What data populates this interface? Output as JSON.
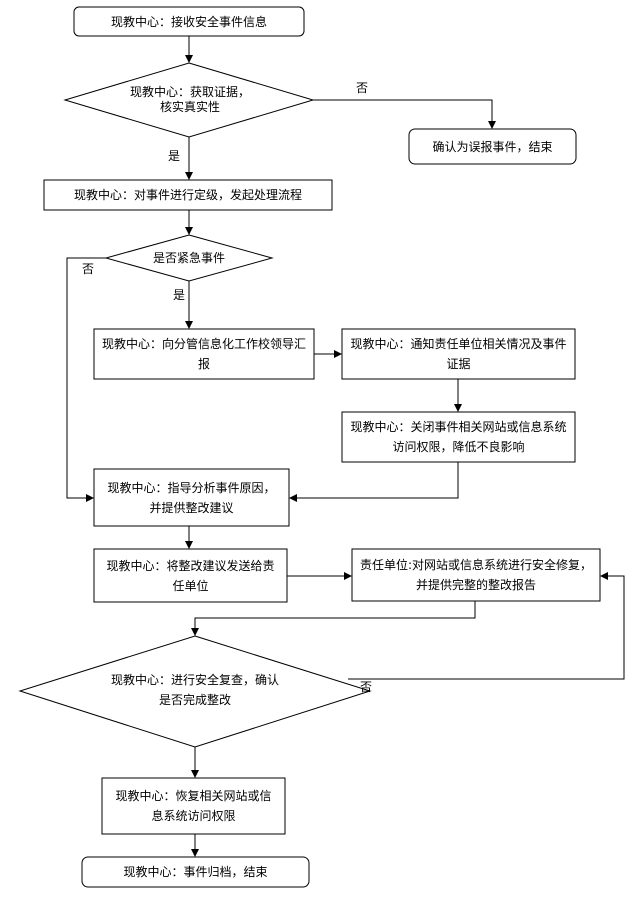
{
  "nodes": {
    "receive": "现教中心：接收安全事件信息",
    "verify_line1": "现教中心：获取证据，",
    "verify_line2": "核实真实性",
    "false_report": "确认为误报事件，结束",
    "classify": "现教中心：对事件进行定级，发起处理流程",
    "urgent": "是否紧急事件",
    "report_leader_line1": "现教中心：向分管信息化工作校领导汇",
    "report_leader_line2": "报",
    "notify_line1": "现教中心：通知责任单位相关情况及事件",
    "notify_line2": "证据",
    "close_access_line1": "现教中心：关闭事件相关网站或信息系统",
    "close_access_line2": "访问权限，降低不良影响",
    "analyze_line1": "现教中心：指导分析事件原因，",
    "analyze_line2": "并提供整改建议",
    "send_advice_line1": "现教中心：将整改建议发送给责",
    "send_advice_line2": "任单位",
    "repair_line1": "责任单位:对网站或信息系统进行安全修复，",
    "repair_line2": "并提供完整的整改报告",
    "review_line1": "现教中心：进行安全复查，确认",
    "review_line2": "是否完成整改",
    "restore_line1": "现教中心：恢复相关网站或信",
    "restore_line2": "息系统访问权限",
    "archive": "现教中心：事件归档，结束"
  },
  "labels": {
    "verify_no": "否",
    "verify_yes": "是",
    "urgent_no": "否",
    "urgent_yes": "是",
    "review_no": "否"
  }
}
